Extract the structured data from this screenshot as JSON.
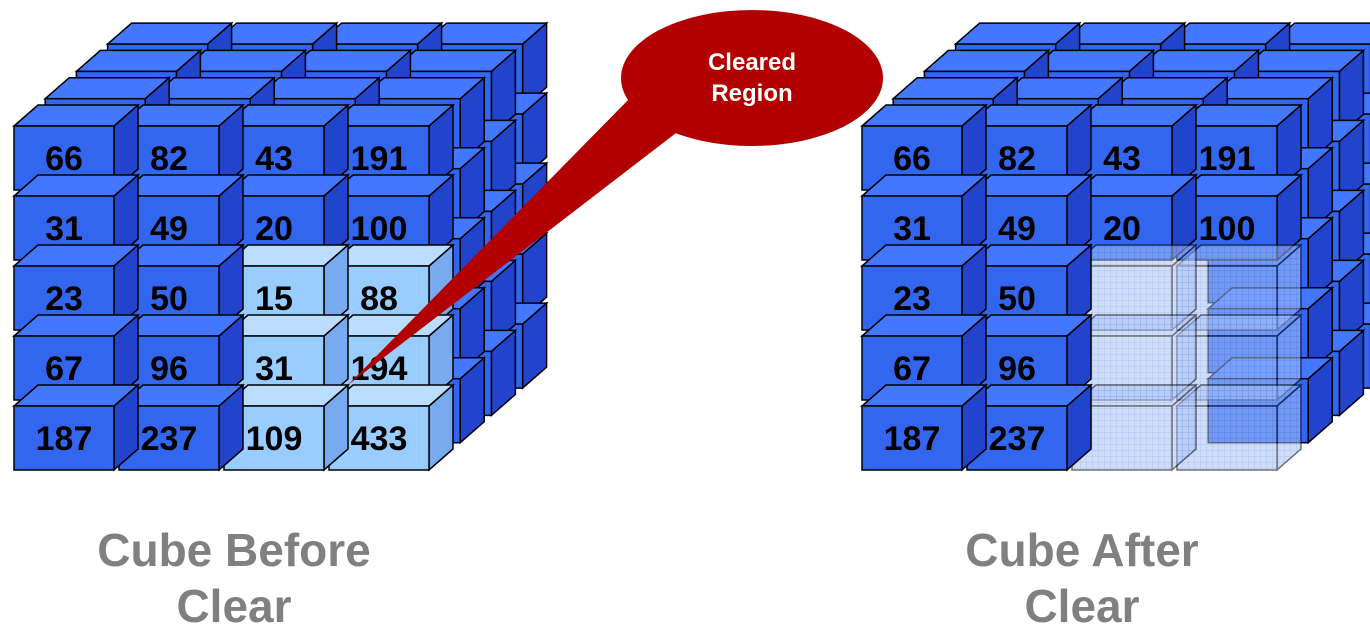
{
  "colors": {
    "cube_face": "#3366ee",
    "cube_top": "#4477ff",
    "cube_side": "#2244cc",
    "cleared_face": "#99ccff",
    "cleared_top": "#bbddff",
    "cleared_side": "#77aaee",
    "edge": "#000000",
    "callout": "#b20000",
    "caption": "#808080"
  },
  "cubes": [
    {
      "id": "before",
      "caption_lines": [
        "Cube Before",
        "Clear"
      ],
      "grid": [
        [
          "66",
          "82",
          "43",
          "191"
        ],
        [
          "31",
          "49",
          "20",
          "100"
        ],
        [
          "23",
          "50",
          "15",
          "88"
        ],
        [
          "67",
          "96",
          "31",
          "194"
        ],
        [
          "187",
          "237",
          "109",
          "433"
        ]
      ],
      "cleared_mode": "highlight"
    },
    {
      "id": "after",
      "caption_lines": [
        "Cube After",
        "Clear"
      ],
      "grid": [
        [
          "66",
          "82",
          "43",
          "191"
        ],
        [
          "31",
          "49",
          "20",
          "100"
        ],
        [
          "23",
          "50",
          "",
          ""
        ],
        [
          "67",
          "96",
          "",
          ""
        ],
        [
          "187",
          "237",
          "",
          ""
        ]
      ],
      "cleared_mode": "empty"
    }
  ],
  "cleared_region": {
    "rows": [
      2,
      3,
      4
    ],
    "cols": [
      2,
      3
    ]
  },
  "callout": {
    "lines": [
      "Cleared",
      "Region"
    ]
  }
}
